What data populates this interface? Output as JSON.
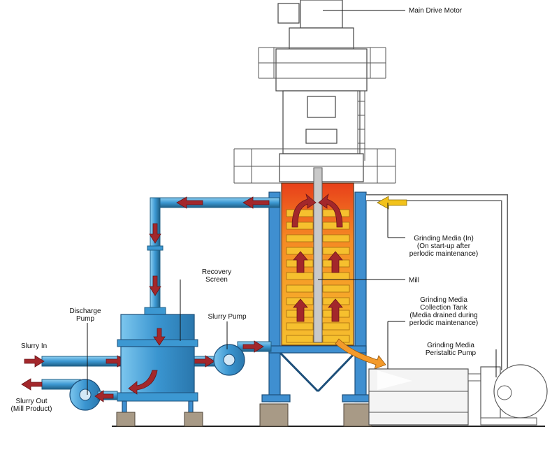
{
  "labels": {
    "main_drive_motor": "Main Drive Motor",
    "recovery_screen": [
      "Recovery",
      "Screen"
    ],
    "discharge_pump": [
      "Discharge",
      "Pump"
    ],
    "slurry_pump": "Slurry Pump",
    "slurry_in": "Slurry In",
    "slurry_out": [
      "Slurry Out",
      "(Mill Product)"
    ],
    "grinding_media_in": [
      "Grinding Media (In)",
      "(On start-up after",
      "perlodic maintenance)"
    ],
    "mill": "Mill",
    "collection_tank": [
      "Grinding Media",
      "Collection Tank",
      "(Media drained during",
      "perlodic maintenance)"
    ],
    "peristaltic_pump": [
      "Grinding Media",
      "Peristaltic Pump"
    ]
  },
  "colors": {
    "pipe": "#4aa3d6",
    "steel_frame": "#3f8fd0",
    "slurry_flow_arrow": "#a3272b",
    "media_in_arrow": "#f2c21b",
    "media_drain_arrow": "#f39a2b",
    "mill_hot": "#f07a1e",
    "mill_media": "#f6c02e"
  },
  "icons": [
    "motor-icon",
    "pump-icon",
    "screen-tank-icon",
    "mill-vessel-icon",
    "collection-tank-icon",
    "peristaltic-pump-icon"
  ]
}
